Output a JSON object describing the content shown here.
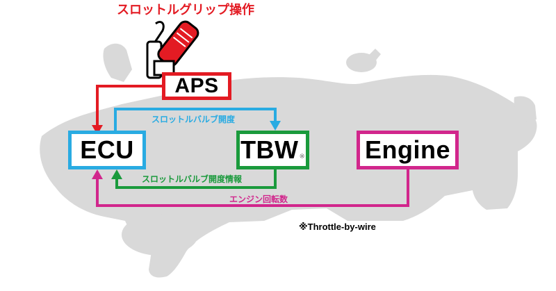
{
  "title": "スロットルグリップ操作",
  "nodes": {
    "aps": "APS",
    "ecu": "ECU",
    "tbw": "TBW",
    "tbw_mark": "※",
    "engine": "Engine"
  },
  "edges": {
    "ecu_to_tbw": "スロットルバルブ開度",
    "tbw_to_ecu": "スロットルバルブ開度情報",
    "engine_to_ecu": "エンジン回転数"
  },
  "footnote": "※Throttle-by-wire",
  "colors": {
    "red": "#e31b23",
    "blue": "#29abe2",
    "green": "#1a9a3c",
    "magenta": "#d1268c",
    "silhouette": "#d9d9d9"
  }
}
